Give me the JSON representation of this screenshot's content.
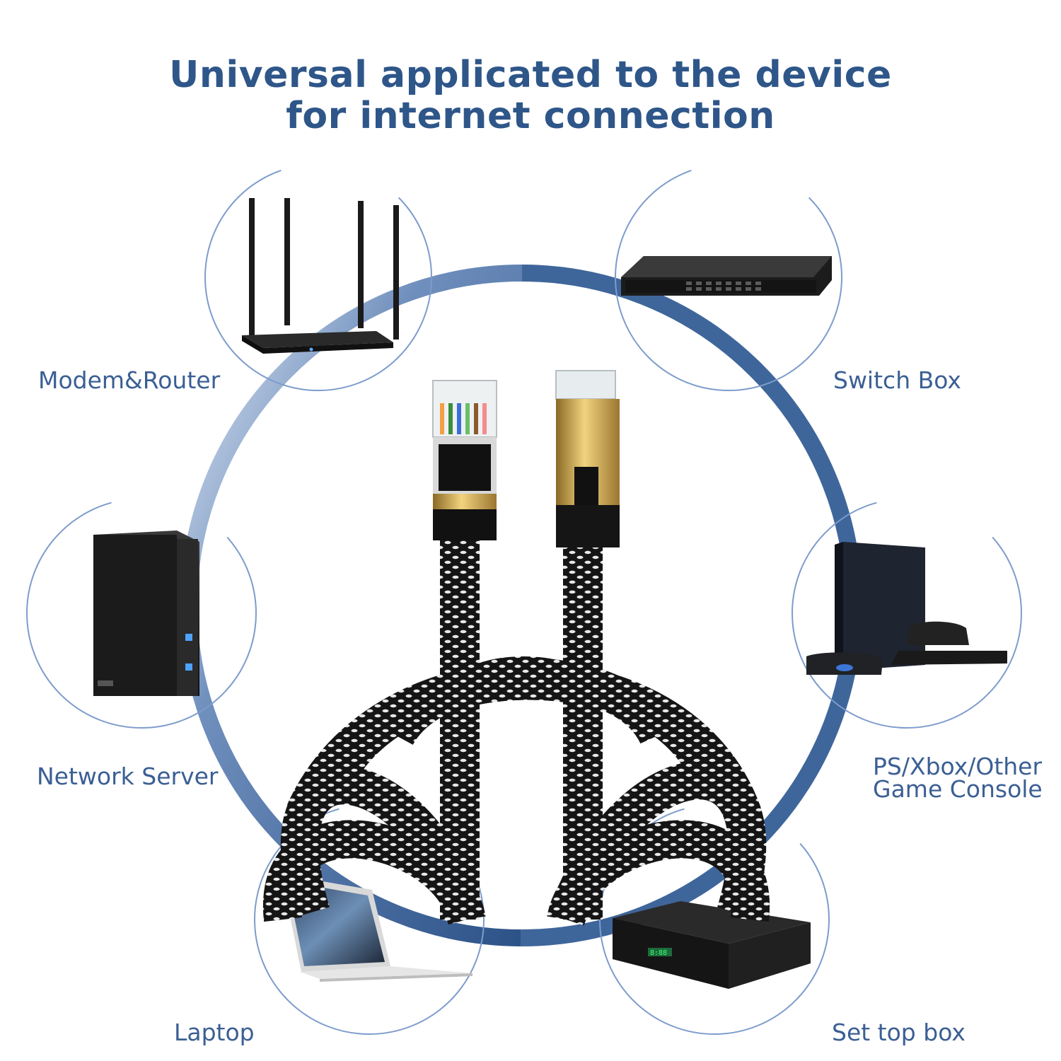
{
  "headline": {
    "line1": "Universal applicated to the device",
    "line2": "for internet connection"
  },
  "devices": {
    "modem_router": "Modem&Router",
    "switch_box": "Switch Box",
    "network_server": "Network Server",
    "game_console_line1": "PS/Xbox/Other",
    "game_console_line2": "Game Console",
    "laptop": "Laptop",
    "set_top_box": "Set top box"
  },
  "colors": {
    "title": "#2e5689",
    "label": "#3b5f94",
    "ring": "#3f669b",
    "circle_outline": "#7d9ccc",
    "plug_gold": "#c9a24a"
  }
}
